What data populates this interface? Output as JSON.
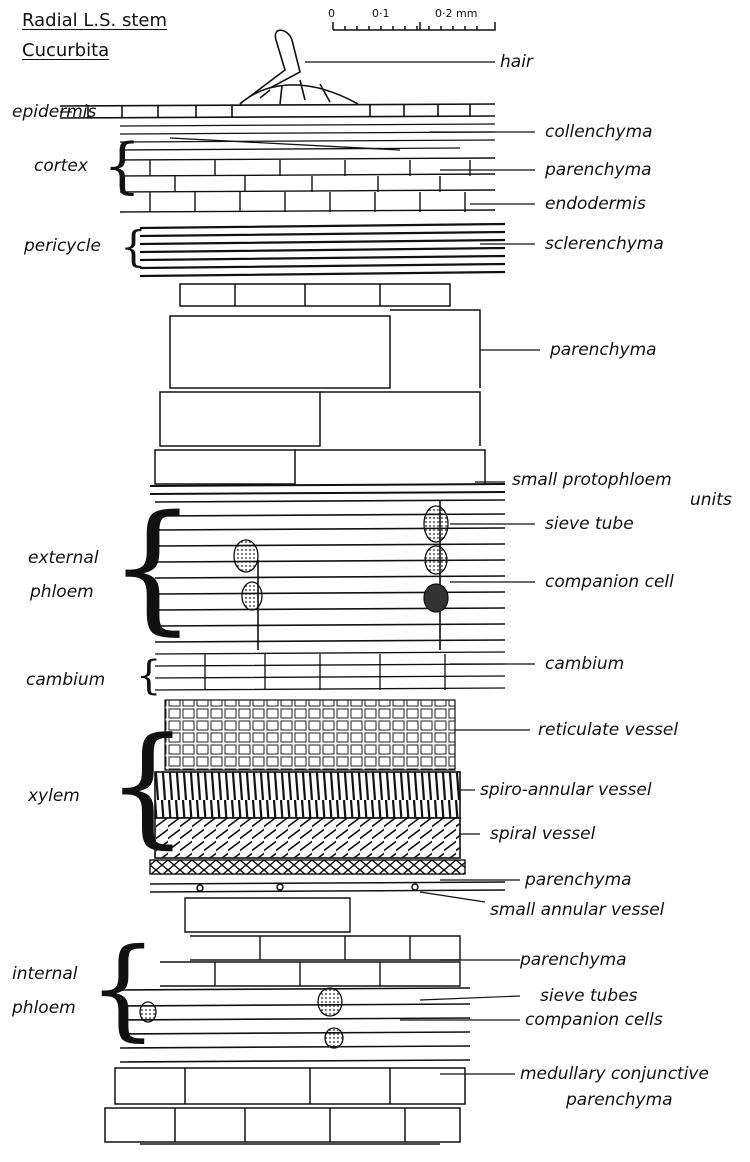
{
  "title": {
    "line1": "Radial L.S. stem",
    "line2": "Cucurbita"
  },
  "scale_bar": {
    "ticks": [
      "0",
      "0·1",
      "0·2 mm"
    ]
  },
  "left_labels": {
    "epidermis": "epidermis",
    "cortex": "cortex",
    "pericycle": "pericycle",
    "external_phloem_1": "external",
    "external_phloem_2": "phloem",
    "cambium": "cambium",
    "xylem": "xylem",
    "internal_phloem_1": "internal",
    "internal_phloem_2": "phloem"
  },
  "right_labels": {
    "hair": "hair",
    "collenchyma": "collenchyma",
    "parenchyma_cortex": "parenchyma",
    "endodermis": "endodermis",
    "sclerenchyma": "sclerenchyma",
    "parenchyma_outer": "parenchyma",
    "small_protophloem_1": "small protophloem",
    "small_protophloem_2": "units",
    "sieve_tube": "sieve tube",
    "companion_cell": "companion cell",
    "cambium": "cambium",
    "reticulate_vessel": "reticulate vessel",
    "spiro_annular_vessel": "spiro-annular vessel",
    "spiral_vessel": "spiral vessel",
    "parenchyma_xylem": "parenchyma",
    "small_annular_vessel": "small annular vessel",
    "parenchyma_inner": "parenchyma",
    "sieve_tubes": "sieve tubes",
    "companion_cells": "companion cells",
    "medullary_1": "medullary conjunctive",
    "medullary_2": "parenchyma"
  }
}
